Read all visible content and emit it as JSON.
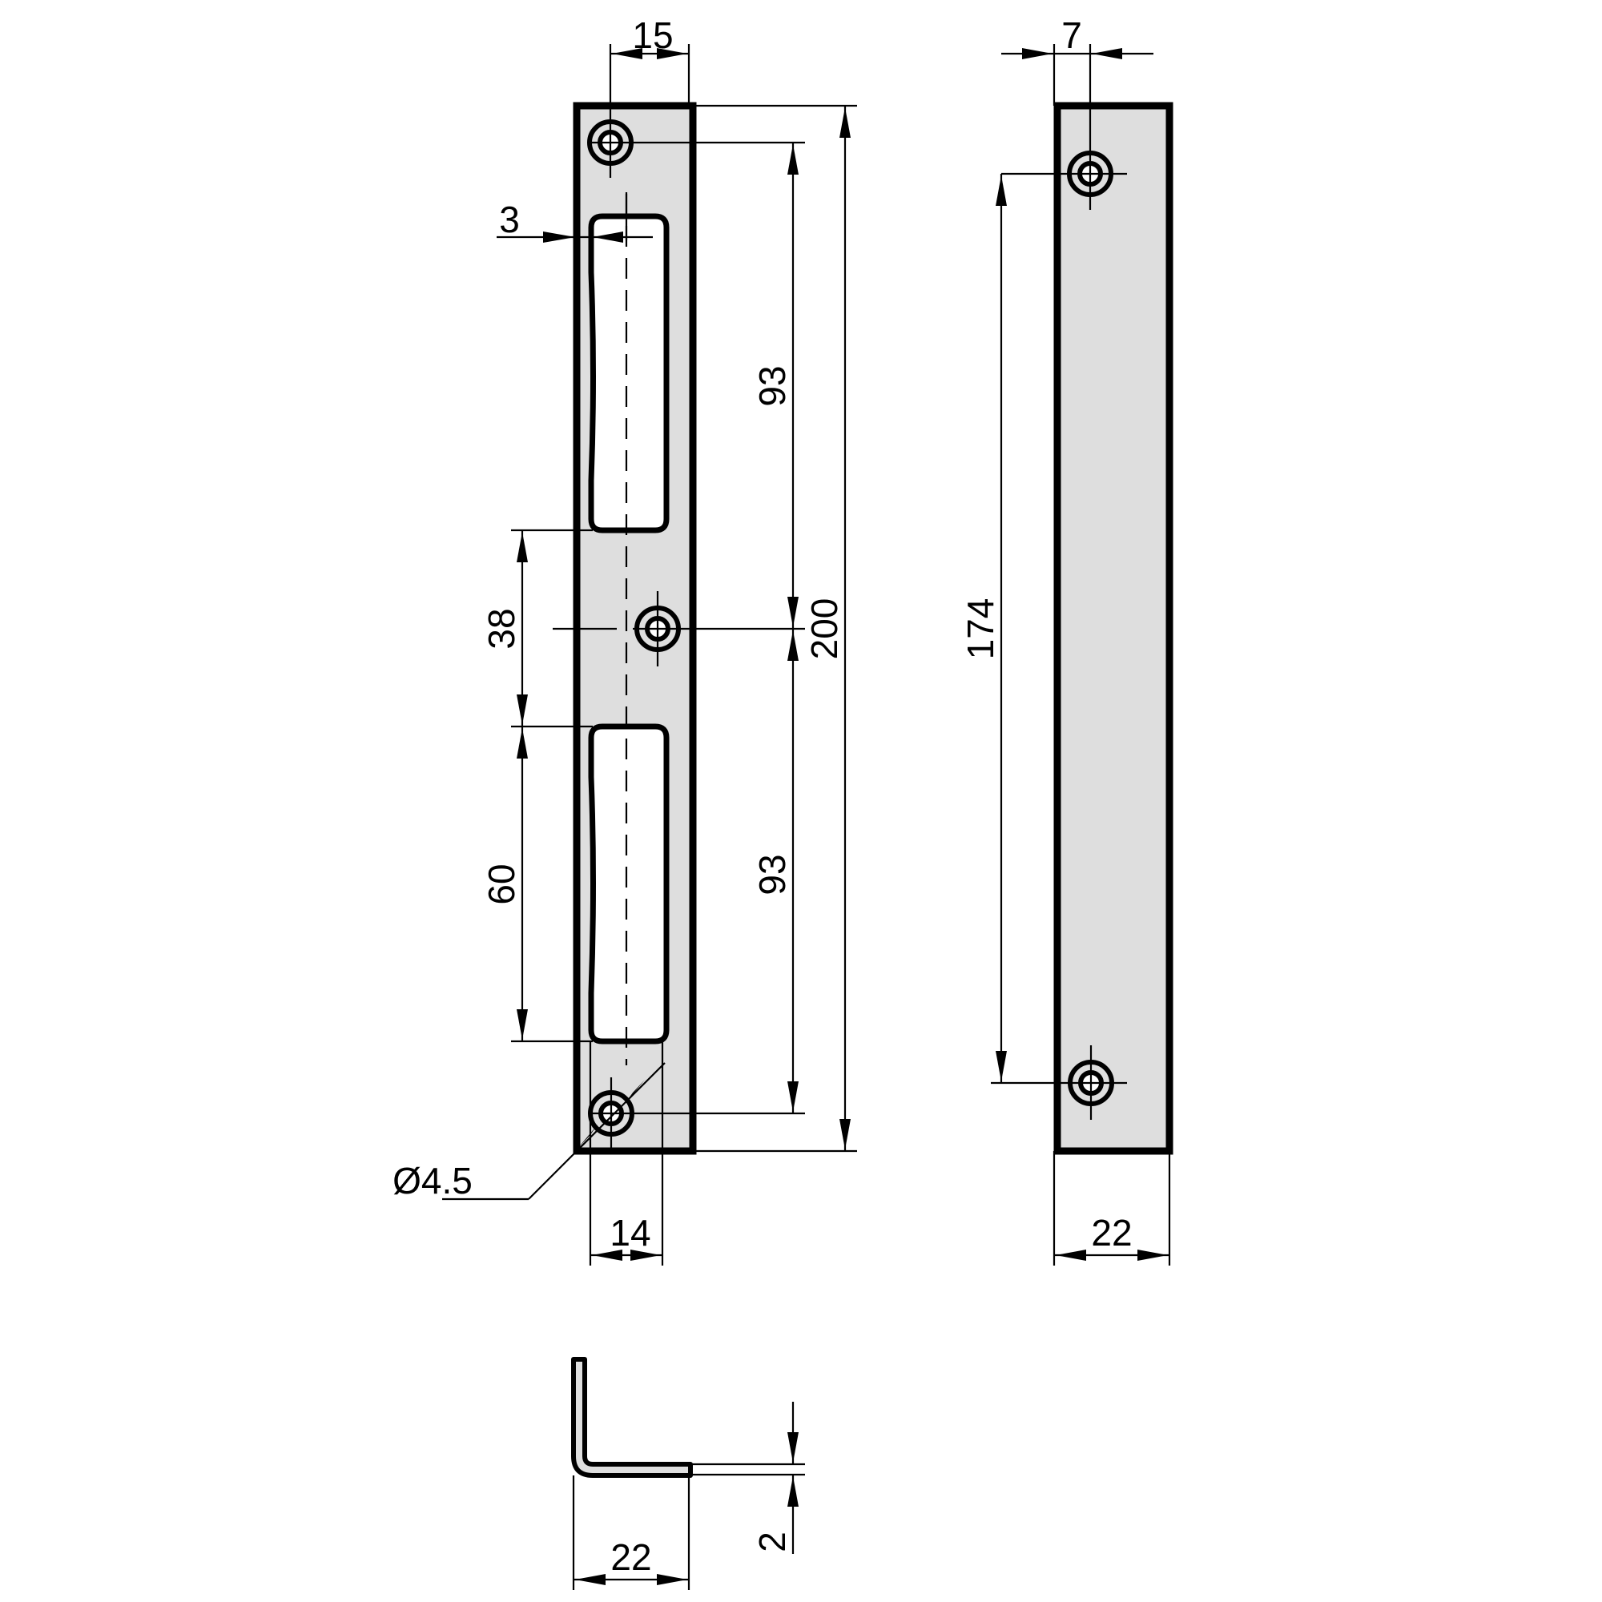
{
  "drawing": {
    "title": "Angle strike plate – technical drawing",
    "views": [
      "front-view",
      "side-view",
      "section-profile"
    ],
    "fill_color": "#dedede",
    "line_color": "#000000"
  },
  "front_view": {
    "dims": {
      "hole_offset_top": "15",
      "slot_edge_offset": "3",
      "hole_pitch_upper": "93",
      "hole_pitch_lower": "93",
      "overall_length": "200",
      "slot_gap": "38",
      "slot_length": "60",
      "hole_diameter": "Ø4.5",
      "slot_width": "14"
    }
  },
  "side_view": {
    "dims": {
      "hole_offset": "7",
      "hole_pitch": "174",
      "width": "22"
    }
  },
  "profile_view": {
    "dims": {
      "leg_width": "22",
      "thickness": "2"
    }
  }
}
